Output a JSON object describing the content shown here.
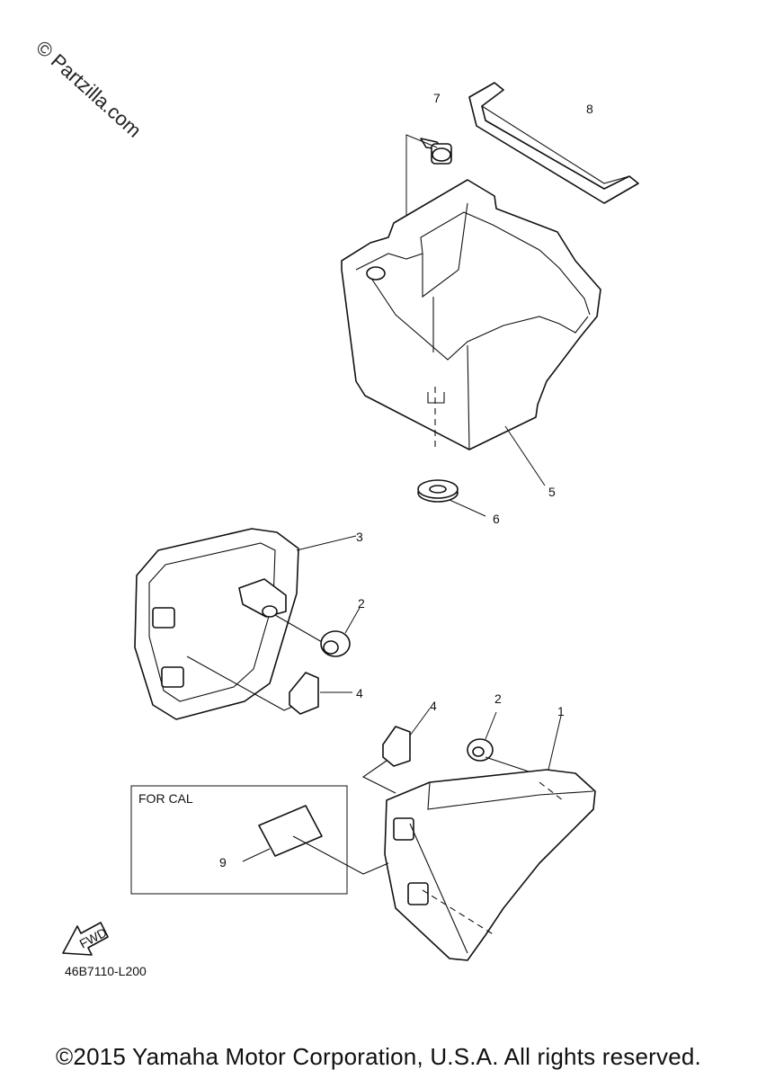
{
  "watermark": "© Partzilla.com",
  "callouts": [
    "7",
    "8",
    "5",
    "6",
    "3",
    "2",
    "4",
    "4",
    "2",
    "1",
    "9"
  ],
  "for_cal_label": "FOR CAL",
  "fwd_label": "FWD",
  "diagram_code": "46B7110-L200",
  "copyright": "©2015 Yamaha Motor Corporation, U.S.A. All rights reserved."
}
